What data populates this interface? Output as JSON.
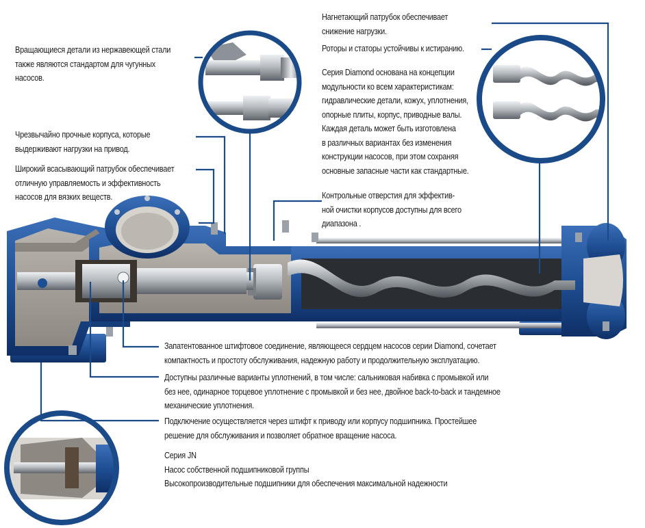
{
  "palette": {
    "pump_blue": "#1f4f93",
    "pump_blue_dark": "#0e2e63",
    "metal_light": "#c9ced3",
    "metal_dark": "#6d7278",
    "leader_line": "#1a4a88",
    "text": "#1b1b1b"
  },
  "callouts": {
    "stainless_parts": [
      "Вращающиеся детали из нержавеющей стали",
      "также являются стандартом для чугунных",
      "насосов."
    ],
    "strong_casings": [
      "Чрезвычайно прочные корпуса, которые",
      "выдерживают нагрузки на привод."
    ],
    "wide_suction": [
      "Широкий всасывающий патрубок обеспечивает",
      "отличную управляемость и эффективность",
      "насосов для вязких веществ."
    ],
    "discharge_port": [
      "Нагнетающий патрубок обеспечивает",
      "снижение нагрузки."
    ],
    "rotors_stators": [
      "Роторы и статоры устойчивы к истиранию."
    ],
    "diamond_series": [
      "Серия Diamond основана на концепции",
      "модульности ко всем характеристикам:",
      "гидравлические детали, кожух, уплотнения,",
      "опорные плиты, корпус, приводные валы.",
      "Каждая деталь может быть изготовлена",
      "в различных вариантах без изменения",
      "конструкции насосов, при этом сохраняя",
      "основные запасные части как стандартные."
    ],
    "inspection_holes": [
      "Контрольные отверстия для эффектив-",
      "ной очистки корпусов доступны для всего",
      "диапазона ."
    ],
    "pin_joint": [
      "Запатентованное штифтовое соединение, являющееся сердцем насосов серии Diamond, сочетает",
      "компактность и простоту обслуживания, надежную работу и продолжительную эксплуатацию."
    ],
    "seals": [
      "Доступны различные варианты уплотнений, в том числе: сальниковая набивка с промывкой или",
      "без нее, одинарное торцевое уплотнение с промывкой и без нее, двойное back-to-back и тандемное",
      "механические уплотнения."
    ],
    "connection": [
      "Подключение осуществляется через штифт к приводу или корпусу подшипника. Простейшее",
      "решение для обслуживания и позволяет обратное вращение насоса."
    ],
    "jn_series": [
      "Серия JN",
      "Насос собственной подшипниковой группы",
      "Высокопроизводительные подшипники для обеспечения максимальной надежности"
    ]
  }
}
